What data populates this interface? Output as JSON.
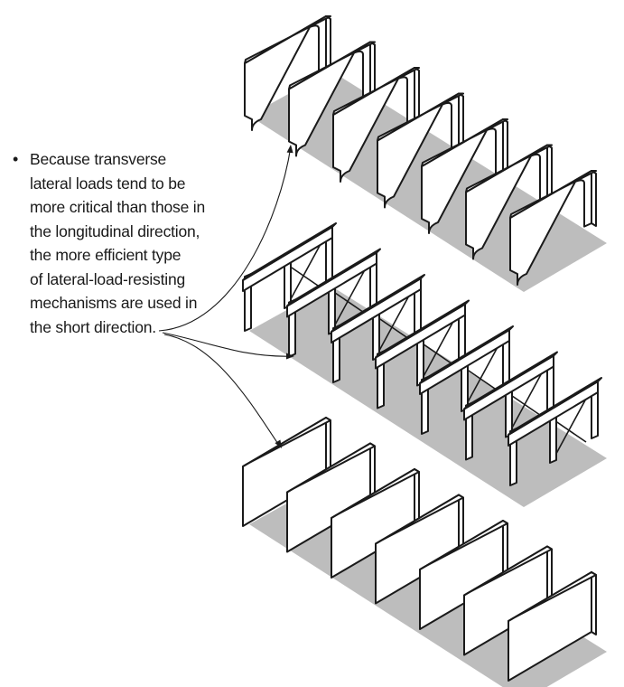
{
  "caption": {
    "bullet": "•",
    "lines": [
      "Because transverse",
      "lateral loads tend to be",
      "more critical than those in",
      "the longitudinal direction,",
      "the more efficient type",
      "of lateral-load-resisting",
      "mechanisms are used in",
      "the short direction."
    ]
  },
  "systems": [
    {
      "name": "rigid-frames",
      "count": 7
    },
    {
      "name": "braced-frames",
      "count": 7
    },
    {
      "name": "shear-walls",
      "count": 7
    }
  ],
  "colors": {
    "ground": "#bdbdbd",
    "ink": "#1a1a1a",
    "background": "#ffffff"
  }
}
